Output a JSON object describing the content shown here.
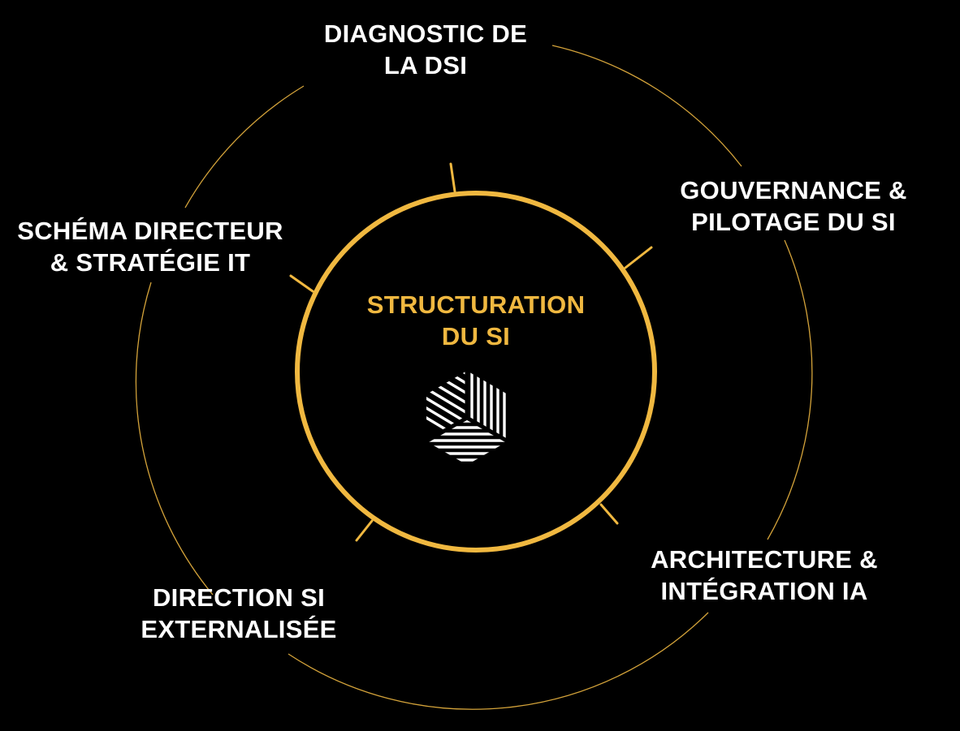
{
  "center": {
    "line1": "STRUCTURATION",
    "line2": "DU SI"
  },
  "nodes": [
    {
      "id": "diagnostic",
      "line1": "DIAGNOSTIC DE",
      "line2": "LA DSI"
    },
    {
      "id": "gouvernance",
      "line1": "GOUVERNANCE &",
      "line2": "PILOTAGE DU SI"
    },
    {
      "id": "architecture",
      "line1": "ARCHITECTURE &",
      "line2": "INTÉGRATION IA"
    },
    {
      "id": "direction",
      "line1": "DIRECTION SI",
      "line2": "EXTERNALISÉE"
    },
    {
      "id": "schema",
      "line1": "SCHÉMA DIRECTEUR",
      "line2": "& STRATÉGIE IT"
    }
  ],
  "colors": {
    "background": "#000000",
    "accent": "#f0b840",
    "text": "#ffffff"
  },
  "icons": {
    "logo": "striped-hexagon-logo-icon"
  }
}
